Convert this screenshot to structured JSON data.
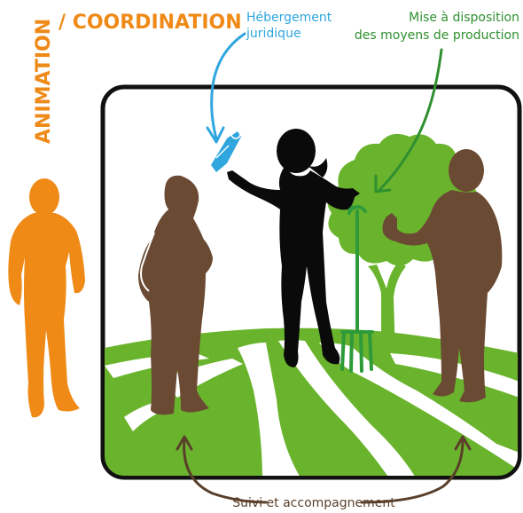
{
  "labels": {
    "coordination": "/ COORDINATION",
    "animation": "ANIMATION",
    "hebergement_line1": "Hébergement",
    "hebergement_line2": "juridique",
    "mise_line1": "Mise à disposition",
    "mise_line2": "des moyens de production",
    "suivi": "Suivi et accompagnement"
  },
  "colors": {
    "orange": "#ef8a17",
    "blue": "#2fa6de",
    "green": "#6ab42d",
    "dark_green": "#2f8f2f",
    "brown": "#6b4a33",
    "black": "#0a0a0a"
  },
  "icons": [
    "rolled-document-icon",
    "pitchfork-icon"
  ]
}
